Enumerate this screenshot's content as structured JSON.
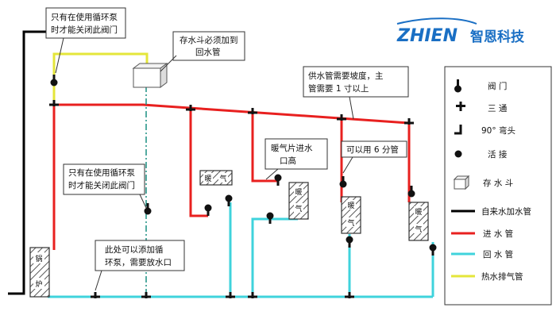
{
  "brand": {
    "name_en": "ZHIEN",
    "name_cn": "智恩科技",
    "color": "#1a6fc4"
  },
  "colors": {
    "tap_water": "#000000",
    "supply": "#e8201f",
    "return": "#3fd3dc",
    "exhaust": "#e4e63a"
  },
  "notes": {
    "valve_top": [
      "只有在使用循环泵",
      "时才能关闭此阀门"
    ],
    "tank": [
      "存水斗必须加到",
      "回水管"
    ],
    "slope": [
      "供水管需要坡度，主",
      "管需要 1 寸以上"
    ],
    "radiator_inlet": [
      "暖气片进水",
      "口高"
    ],
    "pipe_size": "可以用 6 分管",
    "valve_mid": [
      "只有在使用循环泵",
      "时才能关闭此阀门"
    ],
    "pump": [
      "此处可以添加循",
      "环泵，需要放水口"
    ]
  },
  "boiler_label": [
    "锅",
    "炉"
  ],
  "radiator_label": [
    "暖",
    "气"
  ],
  "legend": {
    "valve": "阀 门",
    "tee": "三 通",
    "elbow": "90° 弯头",
    "union": "活 接",
    "tank": "存 水 斗",
    "tap_water": "自来水加水管",
    "supply": "进 水 管",
    "return": "回 水 管",
    "exhaust": "热水排气管"
  }
}
